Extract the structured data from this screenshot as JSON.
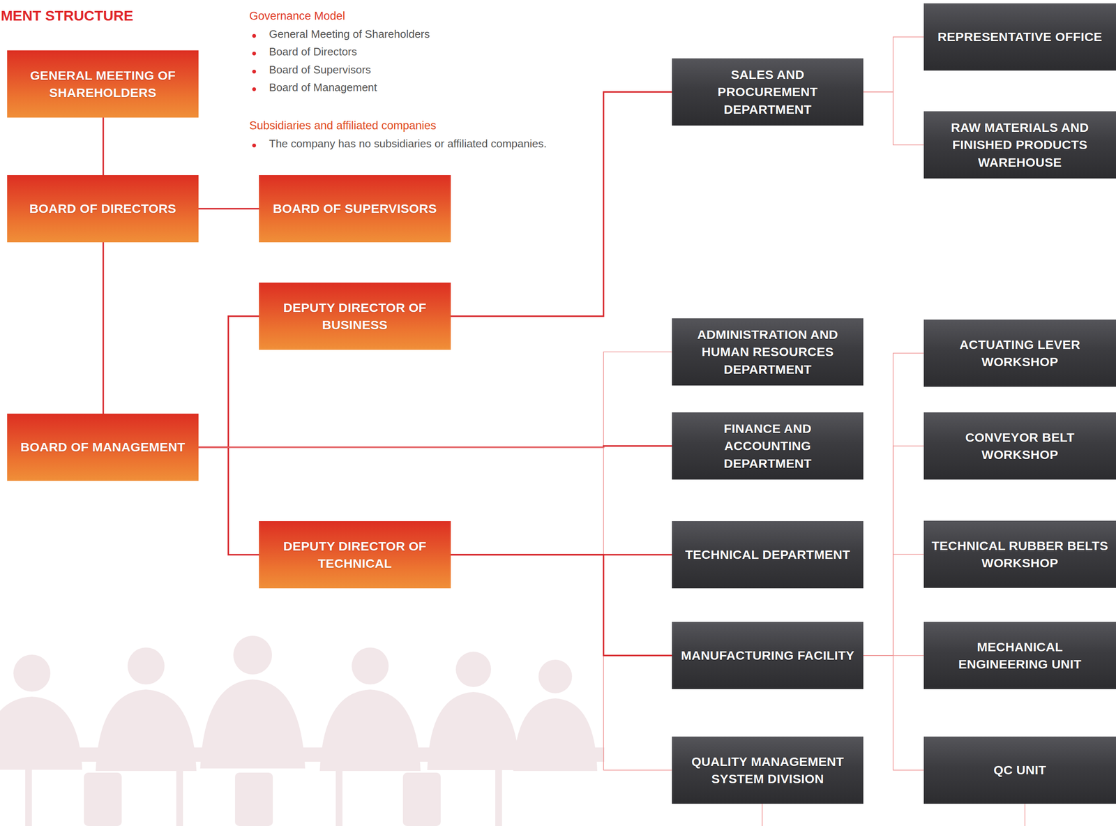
{
  "diagram": {
    "title": "MENT STRUCTURE",
    "nodes": [
      {
        "text": [
          "GENERAL MEETING OF SHAREHOLDERS"
        ]
      },
      {
        "text": [
          "BOARD OF DIRECTORS"
        ]
      },
      {
        "text": [
          "BOARD OF SUPERVISORS"
        ]
      },
      {
        "text": [
          "DEPUTY DIRECTOR OF BUSINESS"
        ]
      },
      {
        "text": [
          "BOARD OF MANAGEMENT"
        ]
      },
      {
        "text": [
          "DEPUTY DIRECTOR OF TECHNICAL"
        ]
      },
      {
        "text": [
          "SALES AND PROCUREMENT DEPARTMENT"
        ]
      },
      {
        "text": [
          "REPRESENTATIVE OFFICE"
        ]
      },
      {
        "text": [
          "RAW MATERIALS AND FINISHED PRODUCTS WAREHOUSE"
        ]
      },
      {
        "text": [
          "ADMINISTRATION AND HUMAN RESOURCES DEPARTMENT"
        ]
      },
      {
        "text": [
          "FINANCE AND ACCOUNTING DEPARTMENT"
        ]
      },
      {
        "text": [
          "TECHNICAL DEPARTMENT"
        ]
      },
      {
        "text": [
          "MANUFACTURING FACILITY"
        ]
      },
      {
        "text": [
          "QUALITY MANAGEMENT SYSTEM DIVISION"
        ]
      },
      {
        "text": [
          "ACTUATING LEVER WORKSHOP"
        ]
      },
      {
        "text": [
          "CONVEYOR BELT WORKSHOP"
        ]
      },
      {
        "text": [
          "TECHNICAL RUBBER BELTS WORKSHOP"
        ]
      },
      {
        "text": [
          "MECHANICAL ENGINEERING UNIT"
        ]
      },
      {
        "text": [
          "QC UNIT"
        ]
      }
    ],
    "edges": [
      {
        "from": 0,
        "to": 1,
        "arrow": "none"
      },
      {
        "from": 1,
        "to": 2,
        "arrow": "none"
      },
      {
        "from": 1,
        "to": 4,
        "arrow": "none"
      },
      {
        "from": 4,
        "to": 3,
        "arrow": "none"
      },
      {
        "from": 4,
        "to": 5,
        "arrow": "none"
      },
      {
        "from": 3,
        "to": 6,
        "arrow": "none"
      },
      {
        "from": 6,
        "to": 7,
        "arrow": "none"
      },
      {
        "from": 6,
        "to": 8,
        "arrow": "none"
      },
      {
        "from": 4,
        "to": 9,
        "arrow": "none"
      },
      {
        "from": 4,
        "to": 10,
        "arrow": "none"
      },
      {
        "from": 4,
        "to": 13,
        "arrow": "none"
      },
      {
        "from": 5,
        "to": 11,
        "arrow": "none"
      },
      {
        "from": 5,
        "to": 12,
        "arrow": "none"
      },
      {
        "from": 12,
        "to": 14,
        "arrow": "none"
      },
      {
        "from": 12,
        "to": 15,
        "arrow": "none"
      },
      {
        "from": 12,
        "to": 16,
        "arrow": "none"
      },
      {
        "from": 12,
        "to": 17,
        "arrow": "none"
      },
      {
        "from": 12,
        "to": 18,
        "arrow": "none"
      }
    ],
    "labels": [
      "Governance Model",
      "General Meeting of Shareholders",
      "Board of Directors",
      "Board of Supervisors",
      "Board of Management",
      "Subsidiaries and affiliated companies",
      "The company has no subsidiaries or affiliated companies."
    ]
  }
}
